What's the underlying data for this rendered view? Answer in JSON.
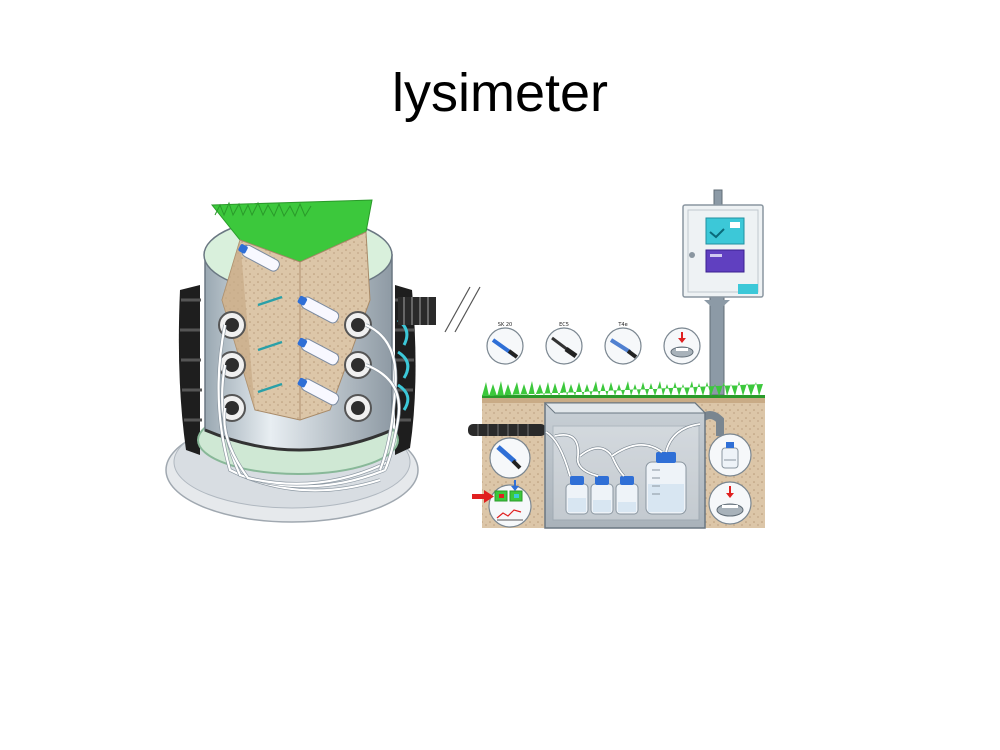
{
  "slide": {
    "title": "lysimeter"
  },
  "diagram": {
    "sensor_labels": [
      "SK 20",
      "EC5",
      "T4e",
      ""
    ],
    "colors": {
      "grass": "#3cc83c",
      "soil": "#dcc0a0",
      "steel": "#c8d4dc",
      "cable": "#ffffff",
      "connector": "#2e2e2e",
      "cap_blue": "#2f6fd6",
      "alert_red": "#e02020",
      "display_cyan": "#3cc8d8",
      "display_purple": "#6040c0"
    }
  }
}
